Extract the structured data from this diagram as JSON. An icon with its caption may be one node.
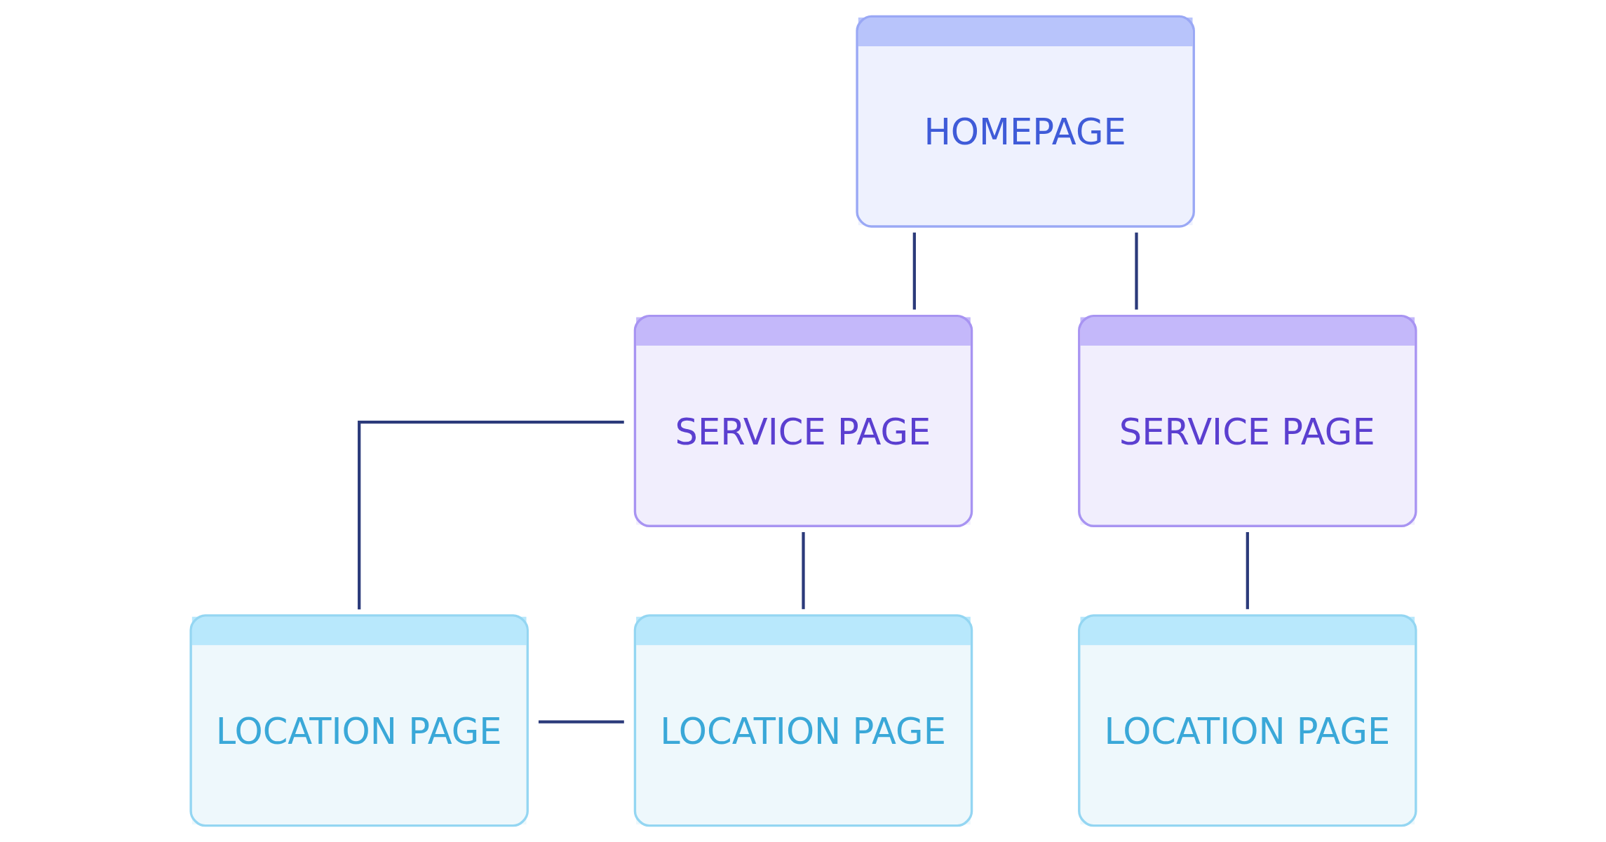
{
  "diagram": {
    "nodes": [
      {
        "text": [
          "HOMEPAGE"
        ]
      },
      {
        "text": [
          "SERVICE PAGE"
        ]
      },
      {
        "text": [
          "SERVICE PAGE"
        ]
      },
      {
        "text": [
          "LOCATION PAGE"
        ]
      },
      {
        "text": [
          "LOCATION PAGE"
        ]
      },
      {
        "text": [
          "LOCATION PAGE"
        ]
      }
    ],
    "edges": [
      {
        "from": 0,
        "to": 1,
        "arrow": "none"
      },
      {
        "from": 0,
        "to": 2,
        "arrow": "none"
      },
      {
        "from": 1,
        "to": 3,
        "arrow": "none"
      },
      {
        "from": 1,
        "to": 4,
        "arrow": "none"
      },
      {
        "from": 3,
        "to": 4,
        "arrow": "none"
      },
      {
        "from": 2,
        "to": 5,
        "arrow": "none"
      }
    ]
  }
}
